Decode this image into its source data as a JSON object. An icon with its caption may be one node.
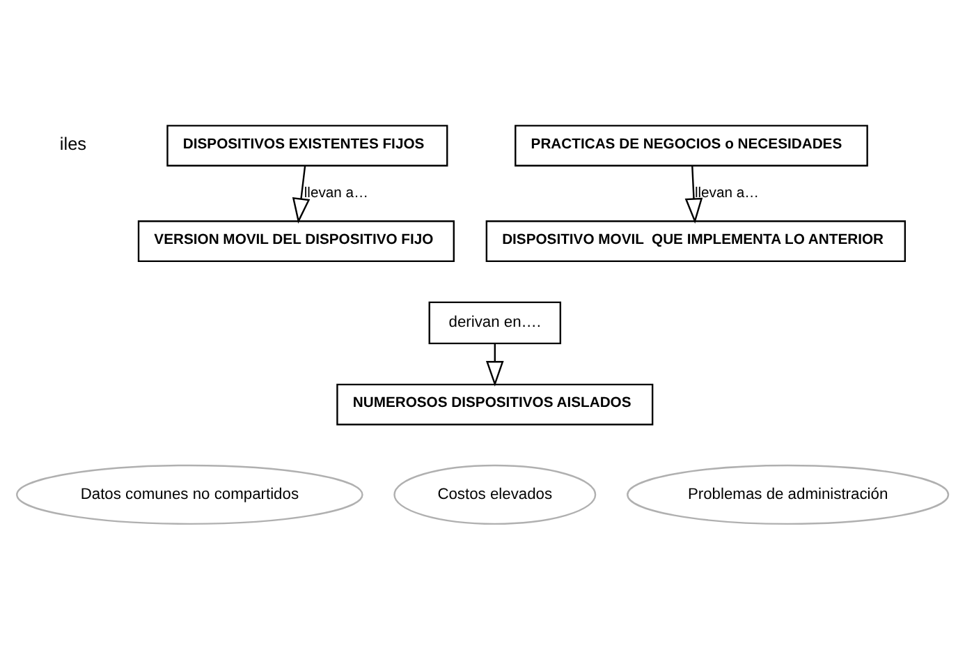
{
  "diagram": {
    "nodes": [
      {
        "text": [
          "DISPOSITIVOS EXISTENTES FIJOS"
        ]
      },
      {
        "text": [
          "PRACTICAS DE NEGOCIOS o NECESIDADES"
        ]
      },
      {
        "text": [
          "VERSION MOVIL DEL DISPOSITIVO FIJO"
        ]
      },
      {
        "text": [
          "DISPOSITIVO MOVIL  QUE IMPLEMENTA LO ANTERIOR"
        ]
      },
      {
        "text": [
          "derivan en…."
        ]
      },
      {
        "text": [
          "NUMEROSOS DISPOSITIVOS AISLADOS"
        ]
      },
      {
        "text": [
          "Datos comunes no compartidos"
        ]
      },
      {
        "text": [
          "Costos elevados"
        ]
      },
      {
        "text": [
          "Problemas de administración"
        ]
      }
    ],
    "edges": [
      {
        "from": 0,
        "to": 2,
        "arrow": "to",
        "label": "llevan a…"
      },
      {
        "from": 1,
        "to": 3,
        "arrow": "to",
        "label": "llevan a…"
      },
      {
        "from": 4,
        "to": 5,
        "arrow": "to"
      }
    ],
    "labels": [
      "iles"
    ]
  }
}
